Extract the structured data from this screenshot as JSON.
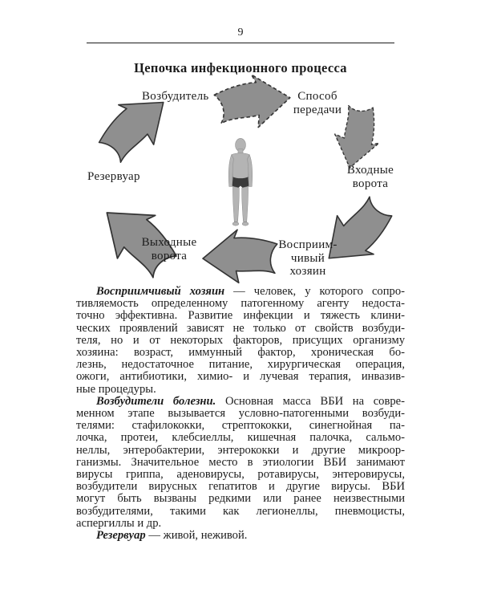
{
  "page": {
    "number": "9",
    "title": "Цепочка инфекционного процесса"
  },
  "diagram": {
    "pathogen": "Возбудитель",
    "transmission": [
      "Способ",
      "передачи"
    ],
    "entry": [
      "Входные",
      "ворота"
    ],
    "host": [
      "Восприим-",
      "чивый",
      "хозяин"
    ],
    "exit": [
      "Выходные",
      "ворота"
    ],
    "reservoir": "Резервуар",
    "arrow_fill": "#8f8f8f",
    "arrow_outline": "#333333"
  },
  "paragraphs": [
    {
      "lead": "Восприимчивый хозяин",
      "lines": [
        " — человек, у которого сопро-",
        "тивляемость определенному патогенному агенту недоста-",
        "точно эффективна. Развитие инфекции и тяжесть клини-",
        "ческих проявлений зависят не только от свойств возбуди-",
        "теля, но и от некоторых факторов, присущих организму",
        "хозяина: возраст, иммунный фактор, хроническая бо-",
        "лезнь, недостаточное питание, хирургическая операция,",
        "ожоги, антибиотики, химио- и лучевая терапия, инвазив-",
        "ные процедуры."
      ]
    },
    {
      "lead": "Возбудители болезни.",
      "lines": [
        " Основная масса ВБИ на совре-",
        "менном этапе вызывается условно-патогенными возбуди-",
        "телями: стафилококки, стрептококки, синегнойная па-",
        "лочка, протеи, клебсиеллы, кишечная палочка, сальмо-",
        "неллы, энтеробактерии, энтерококки и другие микроор-",
        "ганизмы. Значительное место в этиологии ВБИ занимают",
        "вирусы гриппа, аденовирусы, ротавирусы, энтеровирусы,",
        "возбудители вирусных гепатитов и другие вирусы. ВБИ",
        "могут быть вызваны редкими или ранее неизвестными",
        "возбудителями, такими как легионеллы, пневмоцисты,",
        "аспергиллы и др."
      ]
    },
    {
      "lead": "Резервуар",
      "lines": [
        " — живой, неживой."
      ]
    }
  ]
}
